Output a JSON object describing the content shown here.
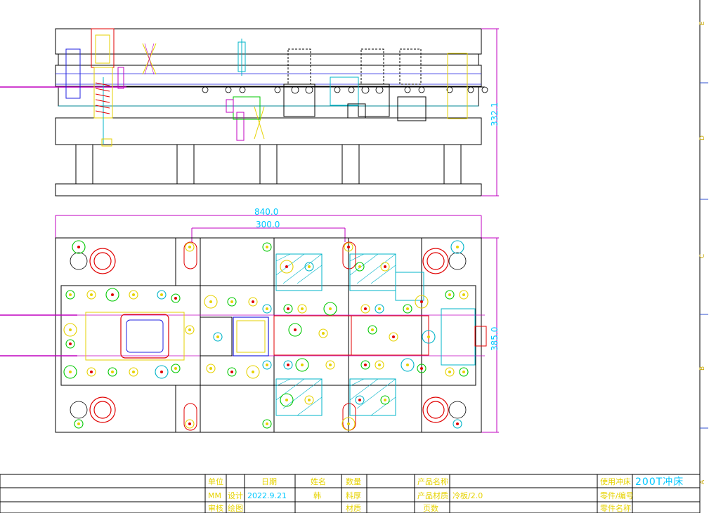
{
  "drawing": {
    "dimensions": {
      "width_total": "840.0",
      "width_inner": "300.0",
      "height_top": "332.1",
      "height_plan": "385.0"
    },
    "zones": [
      "E",
      "D",
      "C",
      "B",
      "A"
    ],
    "title_block": {
      "danwei": "单位",
      "mm": "MM",
      "sheji": "设计",
      "riqi": "日期",
      "date": "2022.9.21",
      "xingming": "姓名",
      "name_value": "韩",
      "shuliang": "数量",
      "liaohou": "料厚",
      "cailiao": "材质",
      "shenhe": "审核",
      "huitu": "绘图",
      "yemian": "页数",
      "chanpin_mingcheng": "产品名称",
      "chanpin_cailiao": "产品材质",
      "material_value": "冷板/2.0",
      "shiyong_chongchuang": "使用冲床",
      "press_value": "200T冲床",
      "lingjian_bianhao": "零件/编号",
      "lingjian_mingcheng": "零件名称"
    },
    "colors": {
      "outline": "#000000",
      "dimension": "#c000c0",
      "dim_text": "#00c8ff",
      "yellow": "#e6d200",
      "green": "#00c800",
      "cyan": "#00b4c8",
      "red": "#e00000",
      "blue": "#2020e0",
      "magenta": "#c000c0"
    }
  }
}
